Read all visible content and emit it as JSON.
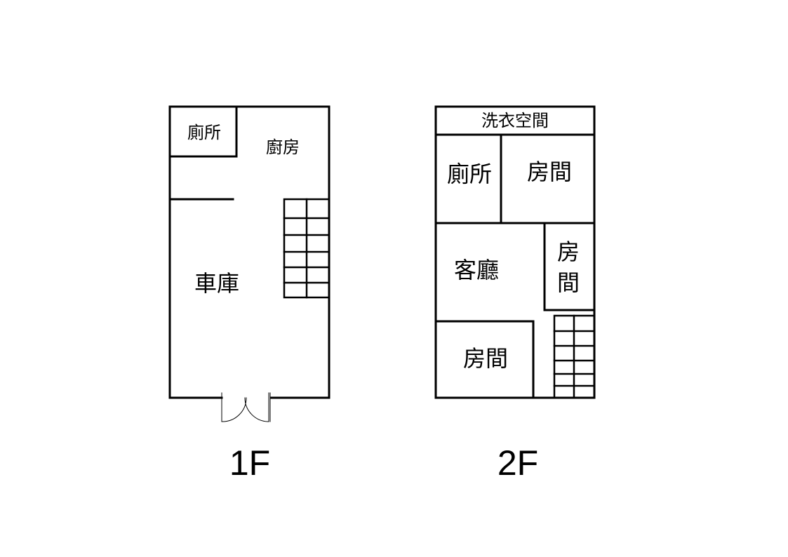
{
  "floors": {
    "f1": {
      "label": "1F",
      "rooms": {
        "toilet": "廁所",
        "kitchen": "廚房",
        "garage": "車庫"
      }
    },
    "f2": {
      "label": "2F",
      "rooms": {
        "laundry": "洗衣空間",
        "toilet": "廁所",
        "room_top": "房間",
        "living": "客廳",
        "room_side_line1": "房",
        "room_side_line2": "間",
        "room_bottom": "房間"
      }
    }
  },
  "colors": {
    "line": "#000000",
    "background": "#ffffff"
  }
}
